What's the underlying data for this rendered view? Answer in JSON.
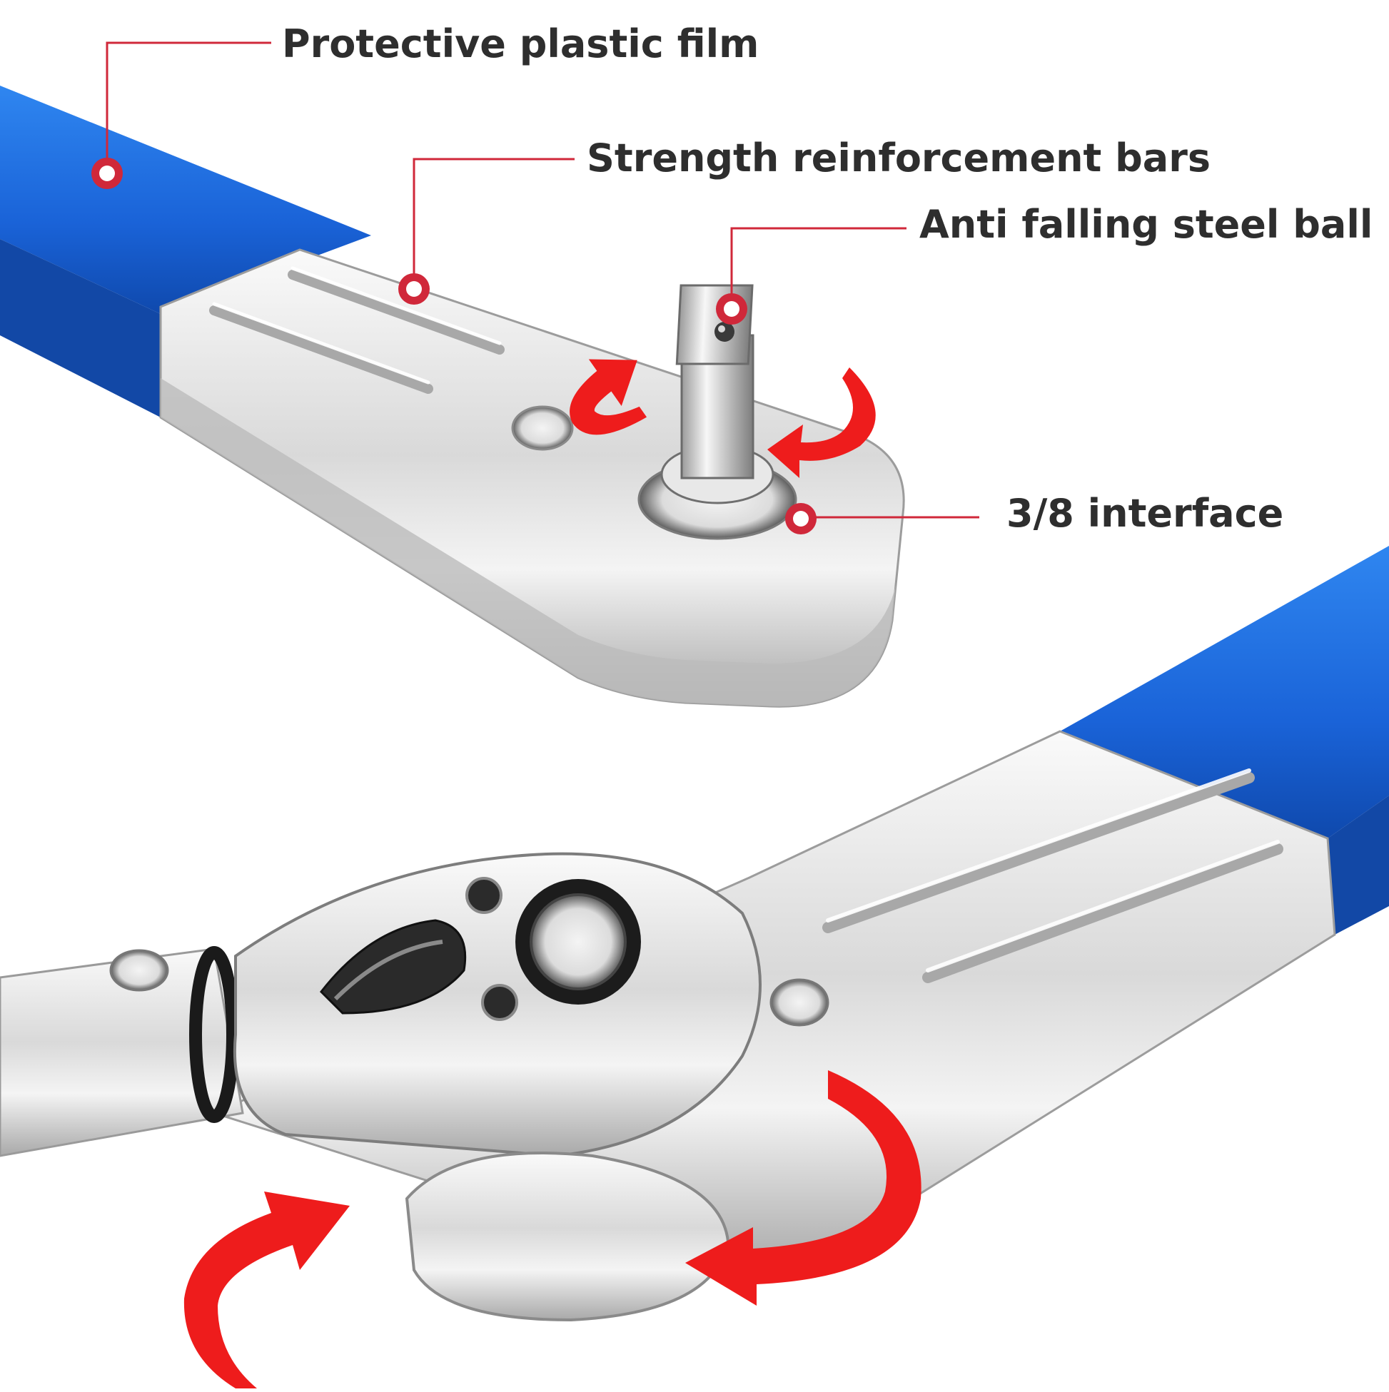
{
  "colors": {
    "handle_blue": "#1f6fe0",
    "handle_blue_dark": "#1450b8",
    "chrome_light": "#f2f2f2",
    "chrome_mid": "#cfcfcf",
    "chrome_dark": "#8e8e8e",
    "callout_red": "#d0283a",
    "arrow_red": "#ee1c1c",
    "label_text": "#2e2e2e"
  },
  "callouts": [
    {
      "id": "film",
      "label": "Protective plastic film"
    },
    {
      "id": "bars",
      "label": "Strength reinforcement bars"
    },
    {
      "id": "ball",
      "label": "Anti falling steel ball"
    },
    {
      "id": "interface",
      "label": "3/8 interface"
    }
  ],
  "icons": {
    "rotation_arrow": "curved-arrow-icon",
    "callout_marker": "ring-dot-icon"
  }
}
